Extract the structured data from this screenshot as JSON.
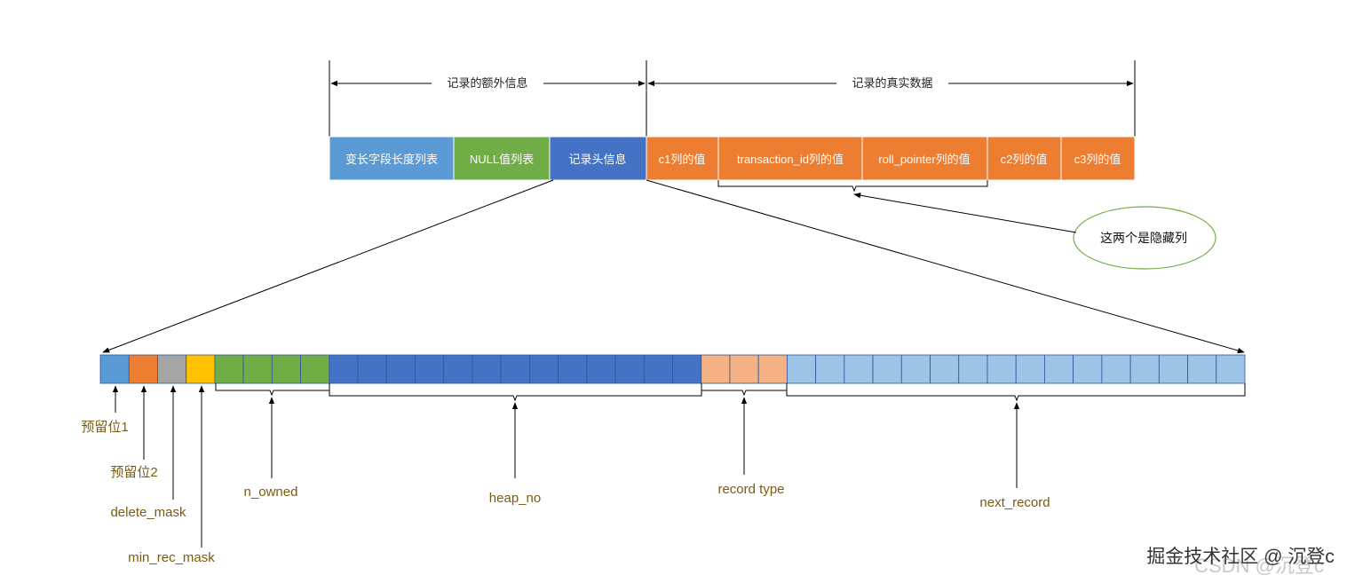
{
  "header": {
    "extra_info_label": "记录的额外信息",
    "real_data_label": "记录的真实数据"
  },
  "record_fields": [
    {
      "label": "变长字段长度列表",
      "color": "#5b9bd5"
    },
    {
      "label": "NULL值列表",
      "color": "#70ad47"
    },
    {
      "label": "记录头信息",
      "color": "#4472c4"
    },
    {
      "label": "c1列的值",
      "color": "#ed7d31"
    },
    {
      "label": "transaction_id列的值",
      "color": "#ed7d31"
    },
    {
      "label": "roll_pointer列的值",
      "color": "#ed7d31"
    },
    {
      "label": "c2列的值",
      "color": "#ed7d31"
    },
    {
      "label": "c3列的值",
      "color": "#ed7d31"
    }
  ],
  "callout": {
    "text": "这两个是隐藏列",
    "border_color": "#70ad47"
  },
  "bit_groups": [
    {
      "label": "预留位1",
      "bits": 1,
      "color": "#5b9bd5"
    },
    {
      "label": "预留位2",
      "bits": 1,
      "color": "#ed7d31"
    },
    {
      "label": "delete_mask",
      "bits": 1,
      "color": "#a5a5a5"
    },
    {
      "label": "min_rec_mask",
      "bits": 1,
      "color": "#ffc000"
    },
    {
      "label": "n_owned",
      "bits": 4,
      "color": "#70ad47"
    },
    {
      "label": "heap_no",
      "bits": 13,
      "color": "#4472c4"
    },
    {
      "label": "record type",
      "bits": 3,
      "color": "#f4b183"
    },
    {
      "label": "next_record",
      "bits": 16,
      "color": "#9dc3e6"
    }
  ],
  "watermark": {
    "text": "掘金技术社区 @ 沉登c",
    "faded_text": "CSDN @沉登c"
  }
}
